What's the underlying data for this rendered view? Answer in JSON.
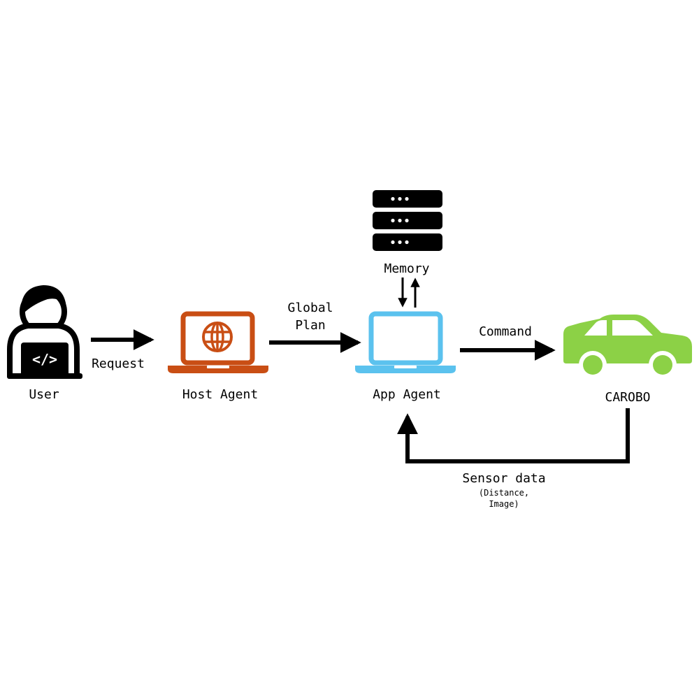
{
  "nodes": {
    "user": {
      "label": "User",
      "icon": "developer-at-laptop-icon"
    },
    "host_agent": {
      "label": "Host Agent",
      "icon": "laptop-globe-icon"
    },
    "app_agent": {
      "label": "App Agent",
      "icon": "laptop-icon"
    },
    "memory": {
      "label": "Memory",
      "icon": "server-stack-icon"
    },
    "carobo": {
      "label": "CAROBO",
      "icon": "car-icon"
    }
  },
  "edges": {
    "request": {
      "label": "Request"
    },
    "global_plan": {
      "line1": "Global",
      "line2": "Plan"
    },
    "command": {
      "label": "Command"
    },
    "sensor": {
      "label": "Sensor data",
      "detail_line1": "(Distance,",
      "detail_line2": "Image)"
    }
  },
  "colors": {
    "host_agent": "#c94e14",
    "app_agent": "#5bc2ee",
    "carobo": "#8cd146",
    "ink": "#000000"
  }
}
